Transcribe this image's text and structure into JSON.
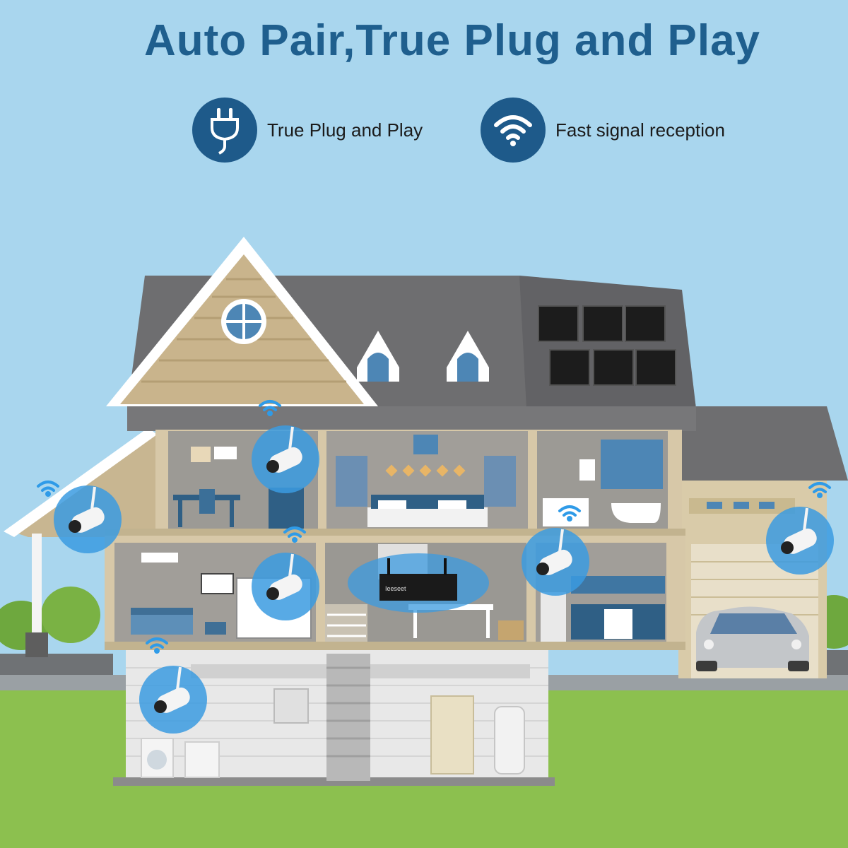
{
  "title": "Auto Pair,True Plug and Play",
  "features": [
    {
      "label": "True Plug and Play",
      "icon": "plug-icon"
    },
    {
      "label": "Fast signal reception",
      "icon": "wifi-icon"
    }
  ],
  "nvr_brand": "Ieeseet",
  "colors": {
    "sky": "#a9d6ee",
    "title": "#1f5f8e",
    "icon_circle": "#1e5a8a",
    "roof": "#6e6e70",
    "wall": "#d7c8a8",
    "grass": "#8cc04f",
    "camera_glow": "#3b9be0"
  }
}
